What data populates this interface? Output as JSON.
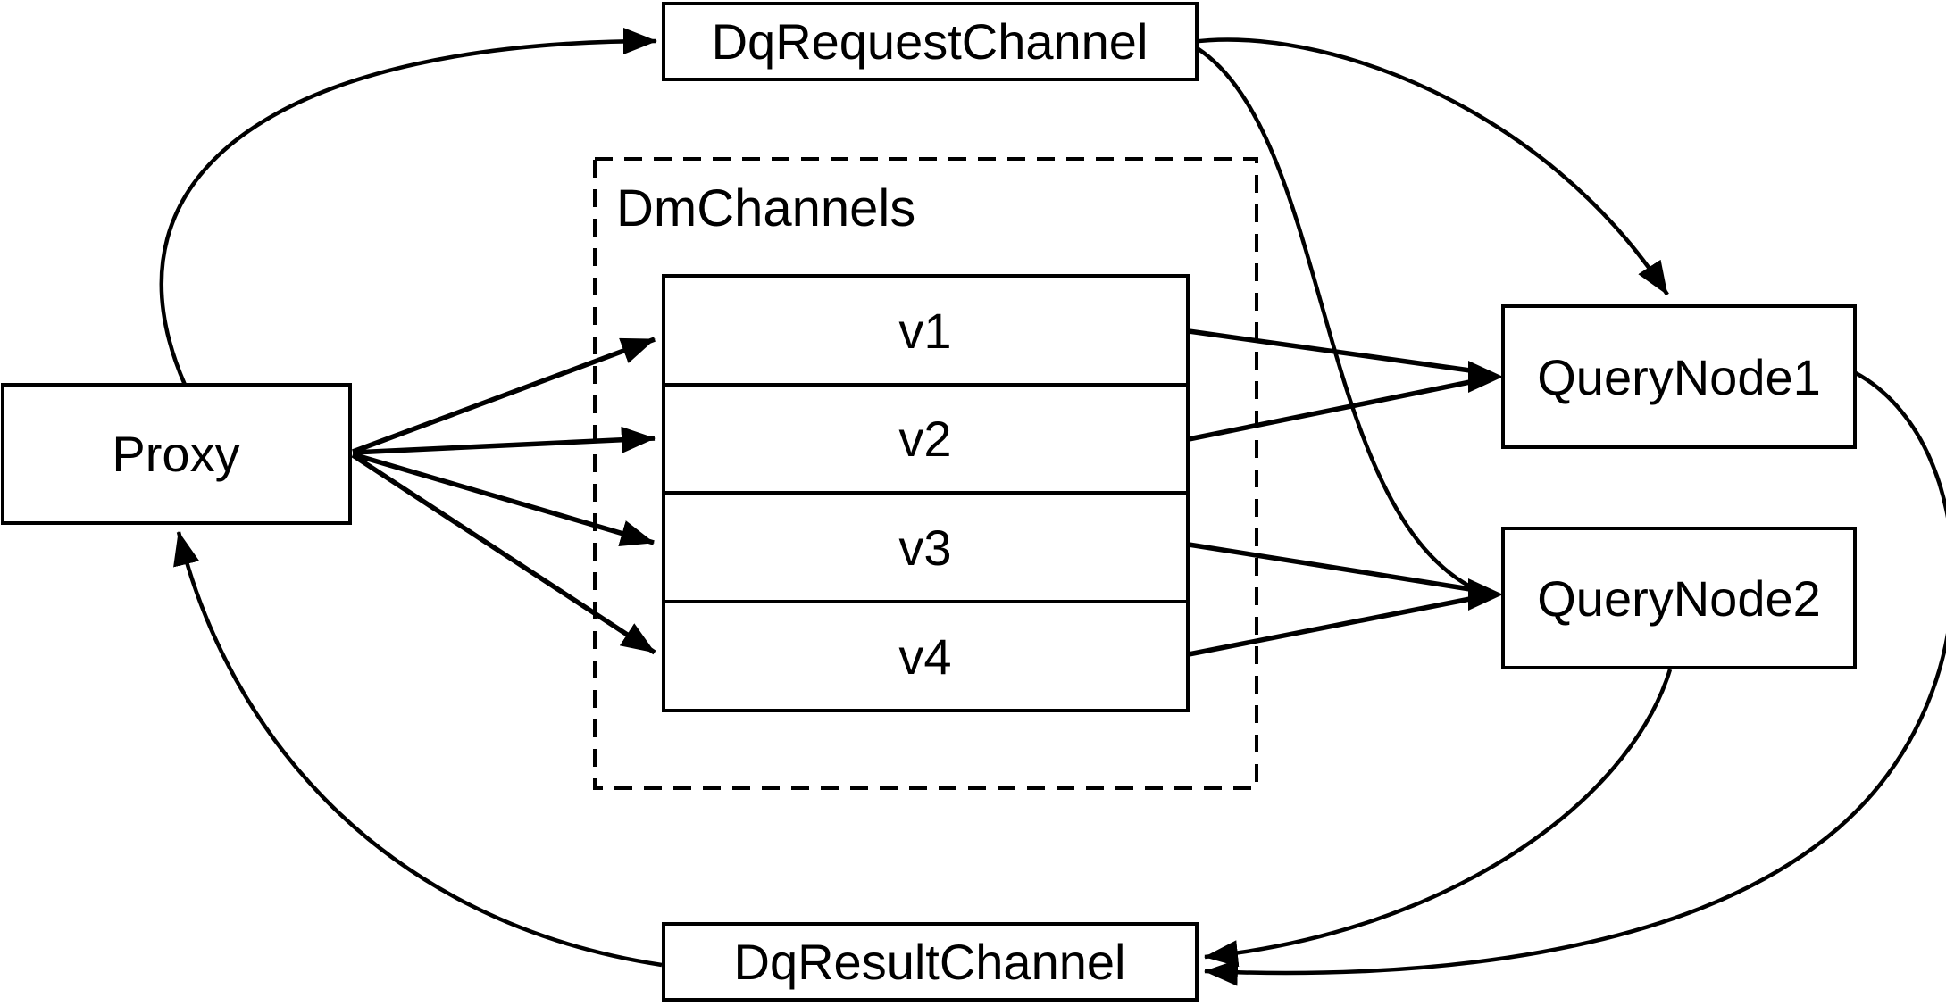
{
  "diagram": {
    "background_color": "#ffffff",
    "stroke_color": "#000000",
    "node_fill_color": "#ffffff",
    "nodes": {
      "proxy": {
        "label": "Proxy"
      },
      "dq_request_channel": {
        "label": "DqRequestChannel"
      },
      "dm_channels_group": {
        "label": "DmChannels"
      },
      "channels": [
        {
          "label": "v1"
        },
        {
          "label": "v2"
        },
        {
          "label": "v3"
        },
        {
          "label": "v4"
        }
      ],
      "query_node_1": {
        "label": "QueryNode1"
      },
      "query_node_2": {
        "label": "QueryNode2"
      },
      "dq_result_channel": {
        "label": "DqResultChannel"
      }
    },
    "edges": [
      {
        "from": "Proxy",
        "to": "DqRequestChannel"
      },
      {
        "from": "DqRequestChannel",
        "to": "QueryNode1"
      },
      {
        "from": "DqRequestChannel",
        "to": "QueryNode2"
      },
      {
        "from": "Proxy",
        "to": "v1"
      },
      {
        "from": "Proxy",
        "to": "v2"
      },
      {
        "from": "Proxy",
        "to": "v3"
      },
      {
        "from": "Proxy",
        "to": "v4"
      },
      {
        "from": "v1",
        "to": "QueryNode1"
      },
      {
        "from": "v2",
        "to": "QueryNode1"
      },
      {
        "from": "v3",
        "to": "QueryNode2"
      },
      {
        "from": "v4",
        "to": "QueryNode2"
      },
      {
        "from": "QueryNode1",
        "to": "DqResultChannel"
      },
      {
        "from": "QueryNode2",
        "to": "DqResultChannel"
      },
      {
        "from": "DqResultChannel",
        "to": "Proxy"
      }
    ]
  }
}
